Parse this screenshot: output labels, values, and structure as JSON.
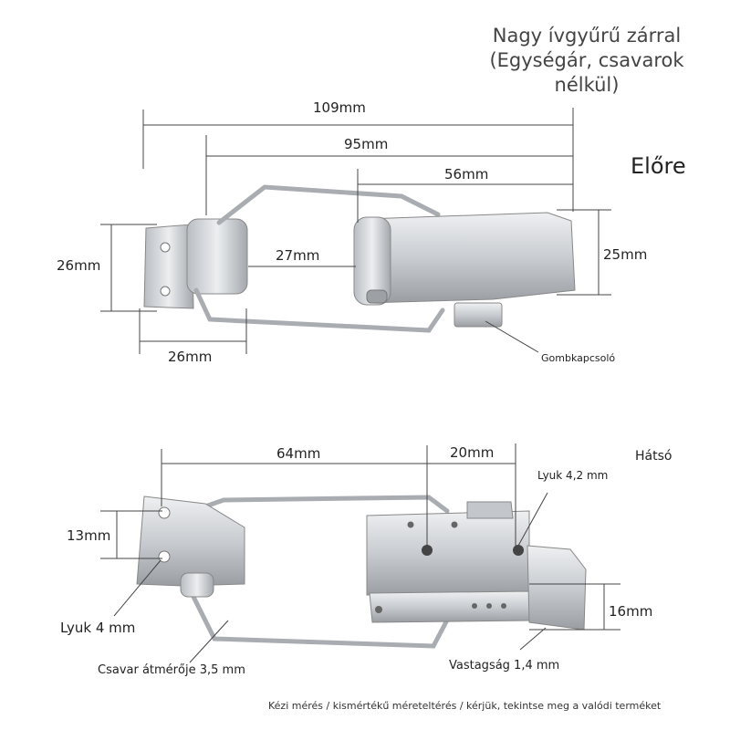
{
  "title": "Nagy ívgyűrű zárral (Egységár, csavarok nélkül)",
  "front": {
    "view_label": "Előre",
    "dims": {
      "overall": "109mm",
      "hoop_length": "95mm",
      "clasp_length": "56mm",
      "base_height": "26mm",
      "hoop_width": "27mm",
      "clasp_height": "25mm",
      "base_width": "26mm"
    },
    "callout_button": "Gombkapcsoló"
  },
  "back": {
    "view_label": "Hátsó",
    "dims": {
      "hole_span": "64mm",
      "clasp_hole_offset": "20mm",
      "hole_pitch": "13mm",
      "plate_height": "16mm"
    },
    "callouts": {
      "hole_large": "Lyuk 4,2 mm",
      "hole_small": "Lyuk 4 mm",
      "wire_diameter": "Csavar átmérője 3,5 mm",
      "thickness": "Vastagság 1,4 mm"
    }
  },
  "footer": "Kézi mérés / kismértékű méreteltérés / kérjük, tekintse meg a valódi terméket"
}
